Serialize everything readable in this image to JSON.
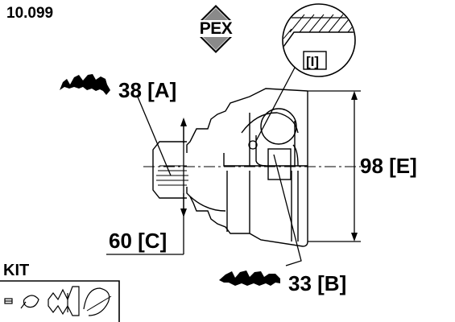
{
  "part_number": "10.099",
  "brand_logo": "PEX",
  "detail_label": "[I]",
  "kit_label": "KIT",
  "dimensions": {
    "a": "38 [A]",
    "b": "33 [B]",
    "c": "60 [C]",
    "e": "98 [E]"
  },
  "icons": [
    "spline-teeth-icon-a",
    "spline-teeth-icon-b",
    "kit-contents-icon"
  ]
}
